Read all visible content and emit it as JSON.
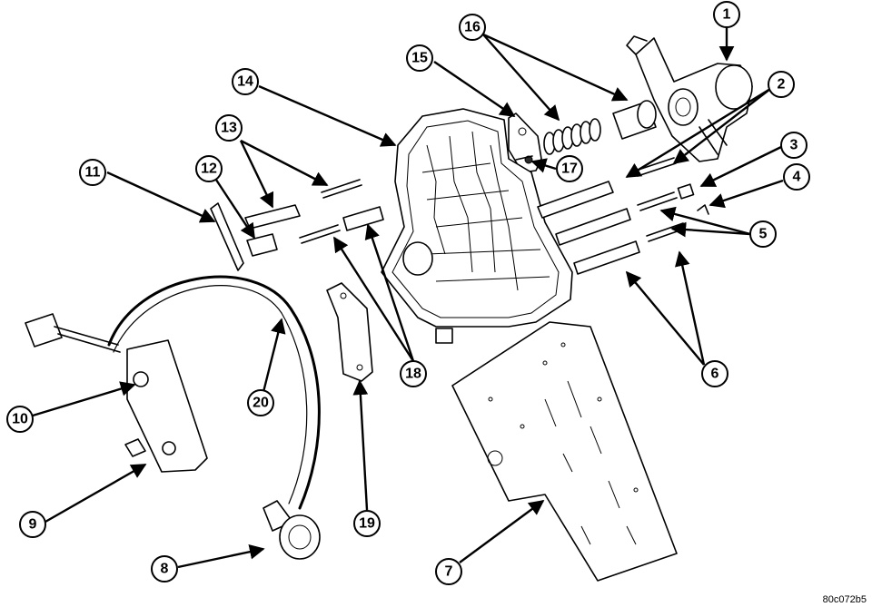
{
  "figure": {
    "code": "80c072b5",
    "callouts": [
      "1",
      "2",
      "3",
      "4",
      "5",
      "6",
      "7",
      "8",
      "9",
      "10",
      "11",
      "12",
      "13",
      "14",
      "15",
      "16",
      "17",
      "18",
      "19",
      "20"
    ]
  }
}
